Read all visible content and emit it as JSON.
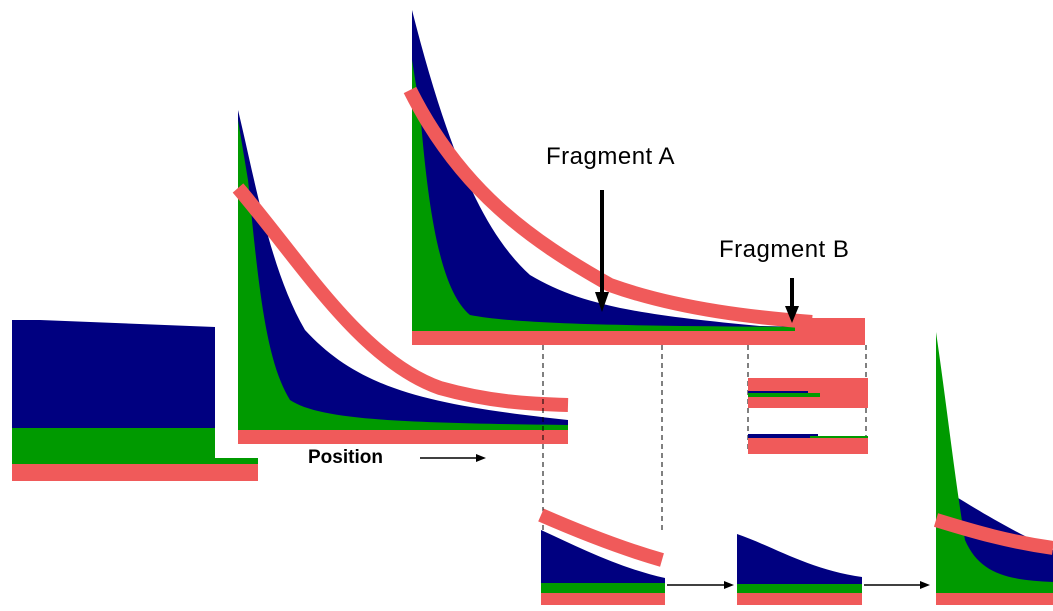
{
  "labels": {
    "fragment_a": "Fragment  A",
    "fragment_b": "Fragment B",
    "position": "Position"
  },
  "colors": {
    "blue": "#000080",
    "green": "#009a00",
    "red": "#f05a5a",
    "line": "#000000"
  }
}
